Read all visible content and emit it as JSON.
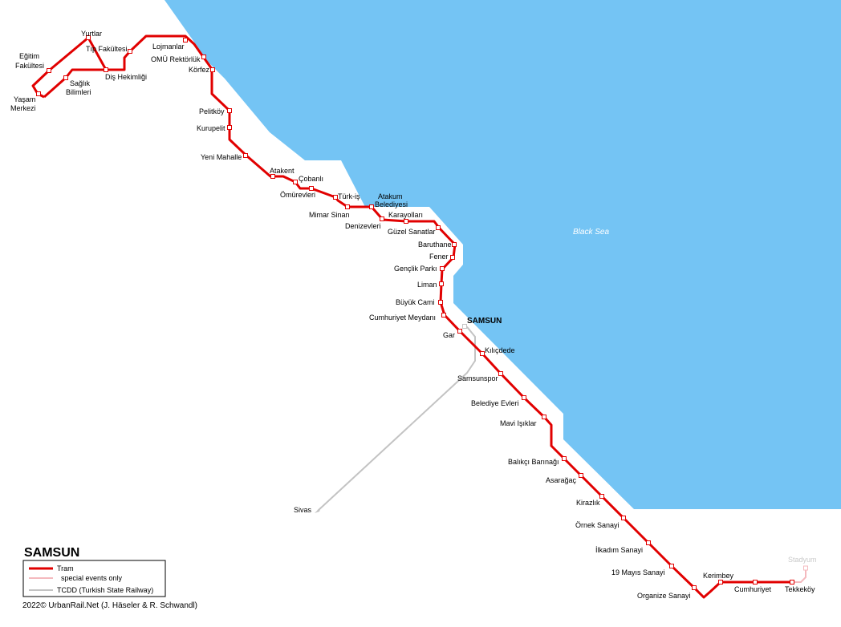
{
  "map": {
    "title": "SAMSUN",
    "city_label": "SAMSUN",
    "sea_label": "Black Sea",
    "sivas_label": "Sivas",
    "stadyum_label": "Stadyum",
    "credit": "2022© UrbanRail.Net (J. Häseler & R. Schwandl)",
    "colors": {
      "sea": "#74c4f4",
      "tram": "#e10000",
      "special": "#f4b9be",
      "railway": "#c3c3c3"
    }
  },
  "legend": {
    "tram": "Tram",
    "special": "special events only",
    "railway": "TCDD (Turkish State Railway)"
  },
  "stations": [
    {
      "name": "Yurtlar"
    },
    {
      "name": "Tıp Fakültesi"
    },
    {
      "name": "Eğitim"
    },
    {
      "name": "Fakültesi"
    },
    {
      "name": "Lojmanlar"
    },
    {
      "name": "OMÜ Rektörlük"
    },
    {
      "name": "Körfez"
    },
    {
      "name": "Diş Hekimliği"
    },
    {
      "name": "Sağlık"
    },
    {
      "name": "Bilimleri"
    },
    {
      "name": "Yaşam"
    },
    {
      "name": "Merkezi"
    },
    {
      "name": "Pelitköy"
    },
    {
      "name": "Kurupelit"
    },
    {
      "name": "Yeni Mahalle"
    },
    {
      "name": "Atakent"
    },
    {
      "name": "Çobanlı"
    },
    {
      "name": "Ömürevleri"
    },
    {
      "name": "Türk-iş"
    },
    {
      "name": "Atakum"
    },
    {
      "name": "Belediyesi"
    },
    {
      "name": "Mimar Sinan"
    },
    {
      "name": "Karayolları"
    },
    {
      "name": "Denizevleri"
    },
    {
      "name": "Güzel Sanatlar"
    },
    {
      "name": "Baruthane"
    },
    {
      "name": "Fener"
    },
    {
      "name": "Gençlik Parkı"
    },
    {
      "name": "Liman"
    },
    {
      "name": "Büyük Cami"
    },
    {
      "name": "Cumhuriyet Meydanı"
    },
    {
      "name": "Gar"
    },
    {
      "name": "Kılıçdede"
    },
    {
      "name": "Samsunspor"
    },
    {
      "name": "Belediye Evleri"
    },
    {
      "name": "Mavi Işıklar"
    },
    {
      "name": "Balıkçı Barınağı"
    },
    {
      "name": "Asarağaç"
    },
    {
      "name": "Kirazlık"
    },
    {
      "name": "Örnek Sanayi"
    },
    {
      "name": "İlkadım Sanayi"
    },
    {
      "name": "19 Mayıs Sanayi"
    },
    {
      "name": "Organize Sanayi"
    },
    {
      "name": "Kerimbey"
    },
    {
      "name": "Cumhuriyet"
    },
    {
      "name": "Tekkeköy"
    }
  ]
}
